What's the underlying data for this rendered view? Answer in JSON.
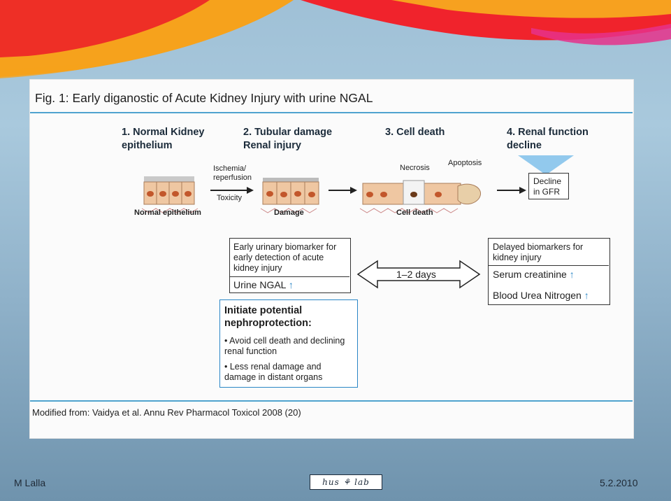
{
  "figure": {
    "title": "Fig. 1: Early diganostic of Acute Kidney Injury with urine NGAL",
    "steps": [
      {
        "label": "1. Normal Kidney epithelium"
      },
      {
        "label": "2. Tubular damage Renal injury"
      },
      {
        "label": "3. Cell death"
      },
      {
        "label": "4. Renal function decline"
      }
    ],
    "causes": {
      "ischemia": "Ischemia/ reperfusion",
      "toxicity": "Toxicity"
    },
    "death_types": {
      "necrosis": "Necrosis",
      "apoptosis": "Apoptosis"
    },
    "gfr_box": "Decline in GFR",
    "stage_labels": {
      "normal": "Normal epithelium",
      "damage": "Damage",
      "celldeath": "Cell death"
    },
    "early_box": {
      "text": "Early urinary biomarker for early detection of acute kidney injury",
      "marker": "Urine NGAL"
    },
    "timeline": "1–2 days",
    "delayed_box": {
      "text": "Delayed biomarkers for kidney injury",
      "marker1": "Serum creatinine",
      "marker2": "Blood Urea Nitrogen"
    },
    "initiate_box": {
      "heading": "Initiate potential nephroprotection:",
      "bullets": [
        "Avoid cell death and declining renal function",
        "Less renal damage and damage in distant organs"
      ]
    },
    "source": "Modified from: Vaidya et al. Annu Rev Pharmacol Toxicol 2008 (20)"
  },
  "footer": {
    "author": "M Lalla",
    "logo": "hus lab",
    "date": "5.2.2010"
  },
  "colors": {
    "accent": "#2a86c6",
    "rule": "#4fa3cf"
  }
}
